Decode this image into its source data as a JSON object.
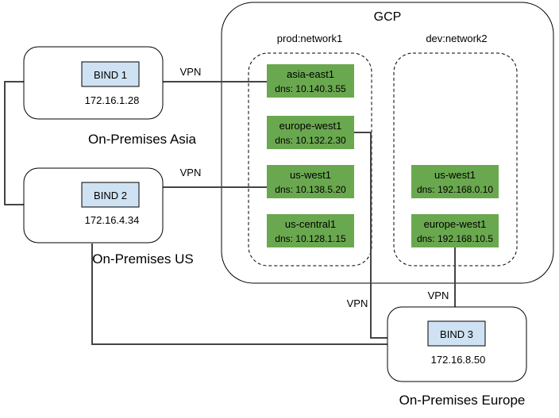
{
  "gcp": {
    "title": "GCP",
    "networks": [
      {
        "name": "prod:network1",
        "regions": [
          {
            "name": "asia-east1",
            "dns": "dns: 10.140.3.55"
          },
          {
            "name": "europe-west1",
            "dns": "dns: 10.132.2.30"
          },
          {
            "name": "us-west1",
            "dns": "dns: 10.138.5.20"
          },
          {
            "name": "us-central1",
            "dns": "dns: 10.128.1.15"
          }
        ]
      },
      {
        "name": "dev:network2",
        "regions": [
          {
            "name": "us-west1",
            "dns": "dns: 192.168.0.10"
          },
          {
            "name": "europe-west1",
            "dns": "dns: 192.168.10.5"
          }
        ]
      }
    ]
  },
  "sites": [
    {
      "name": "On-Premises Asia",
      "server": "BIND 1",
      "ip": "172.16.1.28"
    },
    {
      "name": "On-Premises US",
      "server": "BIND 2",
      "ip": "172.16.4.34"
    },
    {
      "name": "On-Premises Europe",
      "server": "BIND 3",
      "ip": "172.16.8.50"
    }
  ],
  "links": {
    "vpn_label": "VPN"
  },
  "colors": {
    "region_fill": "#6aa84f",
    "bind_fill": "#cfe2f3",
    "line": "#444444",
    "border": "#000000"
  }
}
